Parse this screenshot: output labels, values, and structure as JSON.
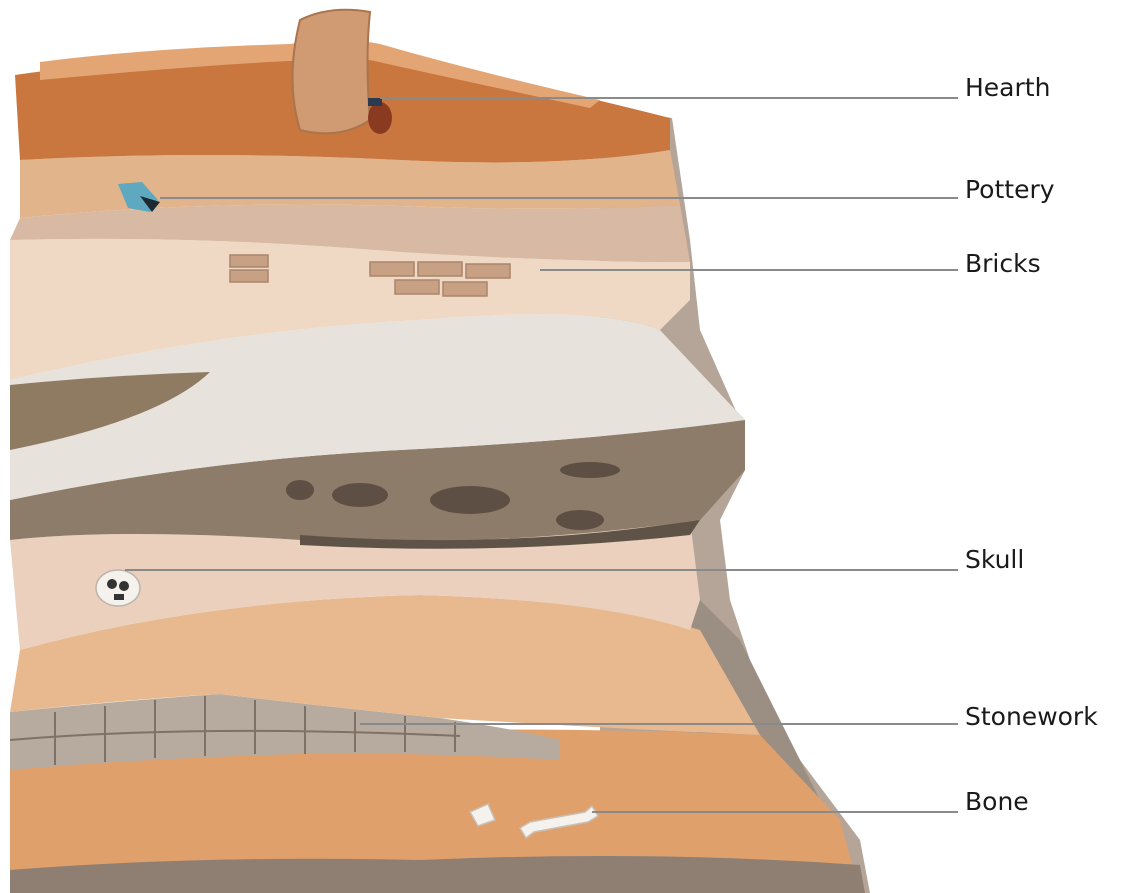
{
  "labels": {
    "hearth": "Hearth",
    "pottery": "Pottery",
    "bricks": "Bricks",
    "skull": "Skull",
    "stonework": "Stonework",
    "bone": "Bone"
  },
  "colors": {
    "topsoil": "#c9773f",
    "sand_light": "#e2b48c",
    "clay_pink": "#d8b9a4",
    "cream": "#efd9c5",
    "pale_grey": "#e8e2dc",
    "dark_grey_brown": "#8c7c69",
    "speckled_cream": "#ead0bd",
    "sand_mid": "#e8b98f",
    "stone_grey": "#a89a8e",
    "bottom_orange": "#e0a06c",
    "leader_line": "#8a8a8a"
  }
}
